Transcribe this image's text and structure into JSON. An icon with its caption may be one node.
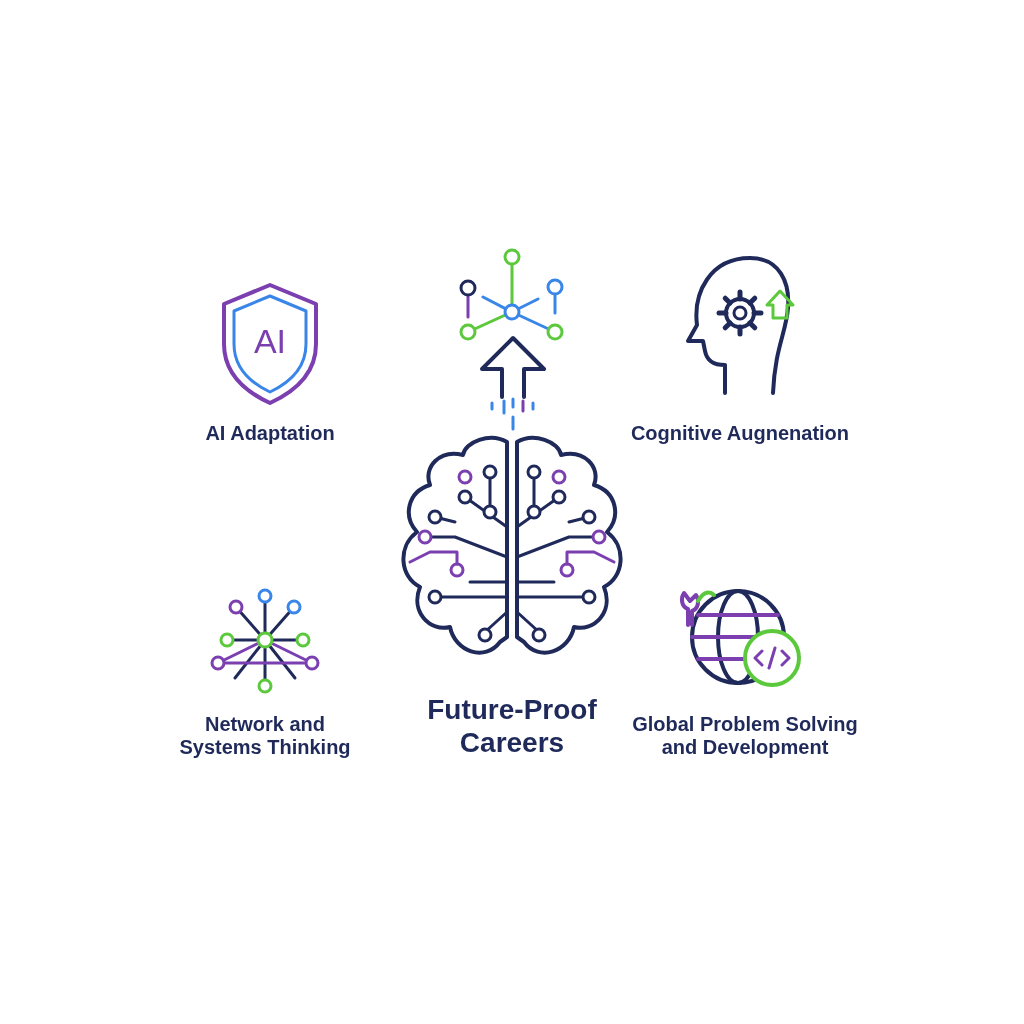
{
  "diagram": {
    "labels": [
      "AI",
      "AI Adaptation",
      "Cognitive Augnenation",
      "Network and Systems Thinking",
      "Future-Proof Careers",
      "Global Problem Solving and Development"
    ]
  }
}
